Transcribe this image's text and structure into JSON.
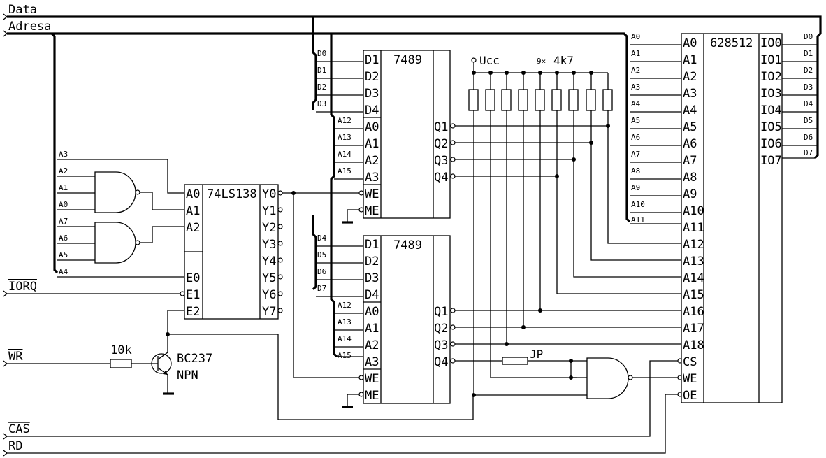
{
  "buses": {
    "data": "Data",
    "address": "Adresa"
  },
  "signals": {
    "iorq": "IORQ",
    "wr": "WR",
    "cas": "CAS",
    "rd": "RD"
  },
  "decoder": {
    "name": "74LS138",
    "inputs": [
      "A0",
      "A1",
      "A2",
      "E0",
      "E1",
      "E2"
    ],
    "outputs": [
      "Y0",
      "Y1",
      "Y2",
      "Y3",
      "Y4",
      "Y5",
      "Y6",
      "Y7"
    ],
    "taps": [
      "A3",
      "A2",
      "A1",
      "A0",
      "A7",
      "A6",
      "A5",
      "A4"
    ]
  },
  "ram_top": {
    "name": "7489",
    "d": [
      "D1",
      "D2",
      "D3",
      "D4"
    ],
    "a": [
      "A0",
      "A1",
      "A2",
      "A3"
    ],
    "ctl": [
      "WE",
      "ME"
    ],
    "q": [
      "Q1",
      "Q2",
      "Q3",
      "Q4"
    ],
    "data_taps": [
      "D0",
      "D1",
      "D2",
      "D3"
    ],
    "addr_taps": [
      "A12",
      "A13",
      "A14",
      "A15"
    ]
  },
  "ram_bottom": {
    "name": "7489",
    "d": [
      "D1",
      "D2",
      "D3",
      "D4"
    ],
    "a": [
      "A0",
      "A1",
      "A2",
      "A3"
    ],
    "ctl": [
      "WE",
      "ME"
    ],
    "q": [
      "Q1",
      "Q2",
      "Q3",
      "Q4"
    ],
    "data_taps": [
      "D4",
      "D5",
      "D6",
      "D7"
    ],
    "addr_taps": [
      "A12",
      "A13",
      "A14",
      "A15"
    ]
  },
  "sram": {
    "name": "628512",
    "a": [
      "A0",
      "A1",
      "A2",
      "A3",
      "A4",
      "A5",
      "A6",
      "A7",
      "A8",
      "A9",
      "A10",
      "A11",
      "A12",
      "A13",
      "A14",
      "A15",
      "A16",
      "A17",
      "A18"
    ],
    "ctl": [
      "CS",
      "WE",
      "OE"
    ],
    "io": [
      "IO0",
      "IO1",
      "IO2",
      "IO3",
      "IO4",
      "IO5",
      "IO6",
      "IO7"
    ],
    "addr_taps": [
      "A0",
      "A1",
      "A2",
      "A3",
      "A4",
      "A5",
      "A6",
      "A7",
      "A8",
      "A9",
      "A10",
      "A11"
    ],
    "data_taps": [
      "D0",
      "D1",
      "D2",
      "D3",
      "D4",
      "D5",
      "D6",
      "D7"
    ]
  },
  "pullups": {
    "supply": "Ucc",
    "count": "9×",
    "value": "4k7"
  },
  "resistor": "10k",
  "transistor": {
    "name": "BC237",
    "type": "NPN"
  },
  "jumper": "JP",
  "colors": {
    "ink": "#000000",
    "background": "#ffffff"
  }
}
